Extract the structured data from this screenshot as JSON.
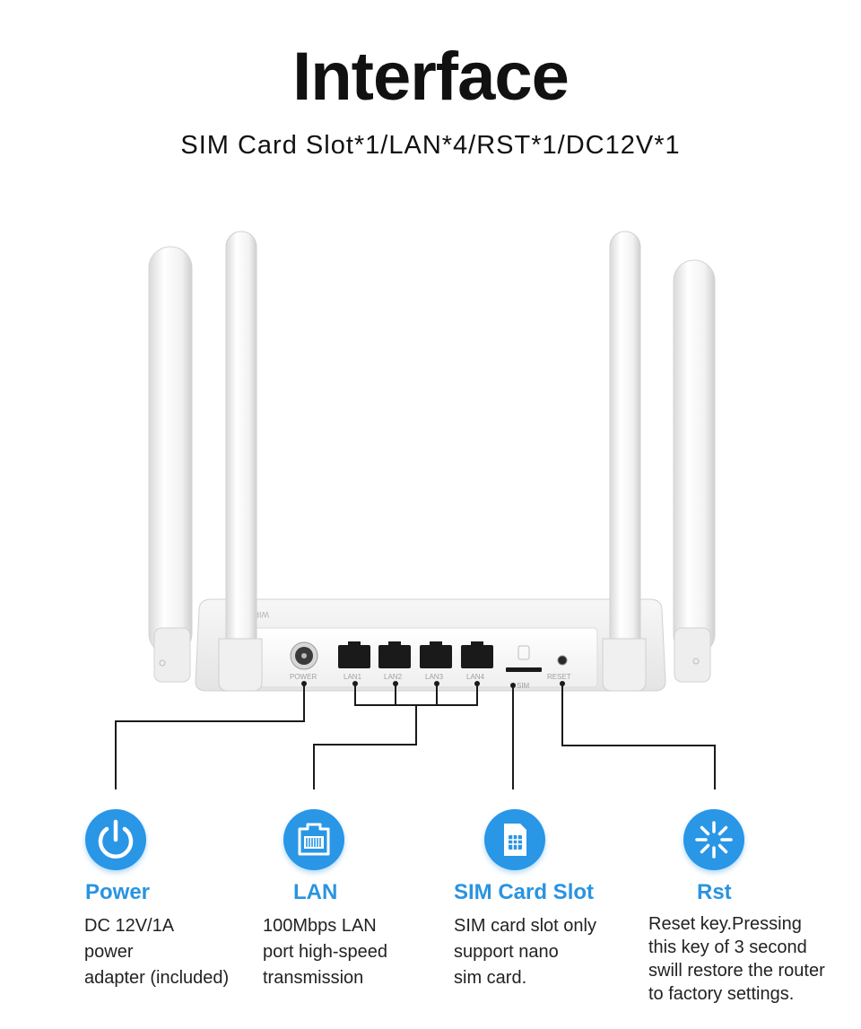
{
  "header": {
    "title": "Interface",
    "subtitle": "SIM Card Slot*1/LAN*4/RST*1/DC12V*1"
  },
  "router": {
    "port_labels": [
      "POWER",
      "LAN1",
      "LAN2",
      "LAN3",
      "LAN4",
      "SIM",
      "RESET"
    ]
  },
  "features": [
    {
      "title": "Power",
      "icon": "power-icon",
      "lines": [
        "DC 12V/1A",
        "power",
        "adapter (included)"
      ]
    },
    {
      "title": "LAN",
      "icon": "ethernet-port-icon",
      "lines": [
        "100Mbps LAN",
        "port high-speed",
        "transmission"
      ]
    },
    {
      "title": "SIM Card Slot",
      "icon": "sim-card-icon",
      "lines": [
        "SIM card slot only",
        "support nano",
        "sim card."
      ]
    },
    {
      "title": "Rst",
      "icon": "reset-icon",
      "lines": [
        "Reset key.Pressing",
        "this key of 3 second",
        "swill restore the router",
        "to factory settings."
      ]
    }
  ],
  "colors": {
    "accent": "#2996e6",
    "label": "#2994e0",
    "text": "#222222",
    "title": "#111111"
  }
}
